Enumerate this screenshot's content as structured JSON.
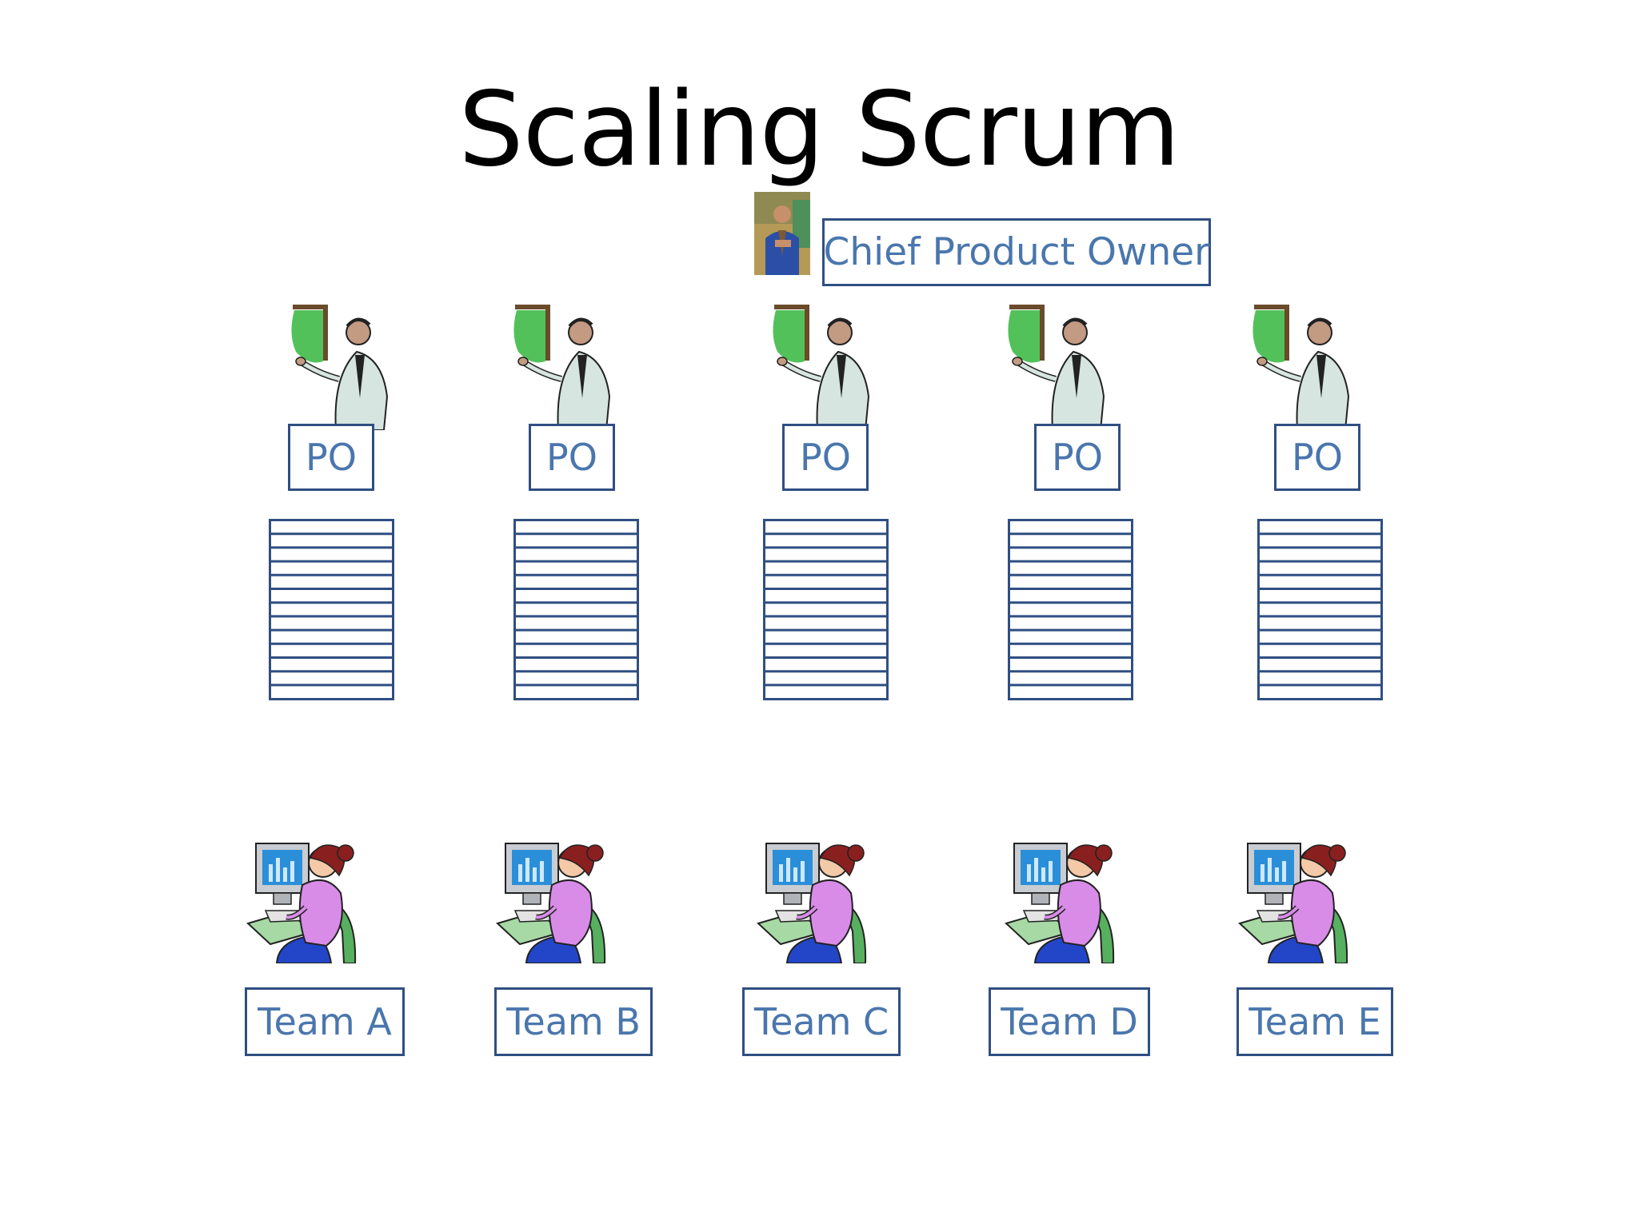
{
  "slide": {
    "title": "Scaling Scrum",
    "chief_product_owner_label": "Chief Product Owner"
  },
  "product_owners": [
    {
      "label": "PO"
    },
    {
      "label": "PO"
    },
    {
      "label": "PO"
    },
    {
      "label": "PO"
    },
    {
      "label": "PO"
    }
  ],
  "teams": [
    {
      "label": "Team A"
    },
    {
      "label": "Team B"
    },
    {
      "label": "Team C"
    },
    {
      "label": "Team D"
    },
    {
      "label": "Team E"
    }
  ],
  "colors": {
    "box_border": "#2f4f82",
    "label_text": "#4a76ad",
    "backlog_lines": "#2f4f82"
  },
  "icons": {
    "chief": "chief-product-owner-photo-icon",
    "product_owner": "presenter-at-board-icon",
    "backlog": "product-backlog-icon",
    "team": "person-at-computer-icon"
  }
}
